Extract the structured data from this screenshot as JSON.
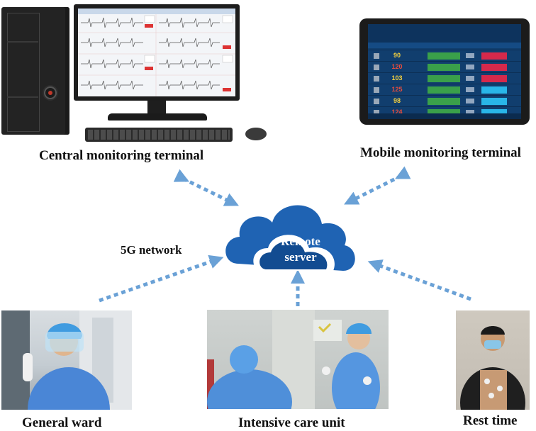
{
  "captions": {
    "central": "Central monitoring terminal",
    "mobile": "Mobile monitoring terminal",
    "network": "5G network",
    "general_ward": "General ward",
    "icu": "Intensive care unit",
    "rest_time": "Rest time"
  },
  "server": {
    "line1": "Remote",
    "line2": "server"
  },
  "colors": {
    "cloud": "#1f63b3",
    "cloud_dark": "#124c91",
    "arrow": "#6aa1d6",
    "tablet_bg": "#113e6e"
  },
  "tablet": {
    "heart_rates": [
      "90",
      "120",
      "103",
      "125",
      "98",
      "124"
    ],
    "heart_rate_colors": [
      "#f4d03f",
      "#e74c3c",
      "#f4d03f",
      "#e74c3c",
      "#f4d03f",
      "#e74c3c"
    ],
    "action_colors": [
      "#d6294b",
      "#d6294b",
      "#d6294b",
      "#29b6e8",
      "#29b6e8",
      "#29b6e8"
    ]
  }
}
